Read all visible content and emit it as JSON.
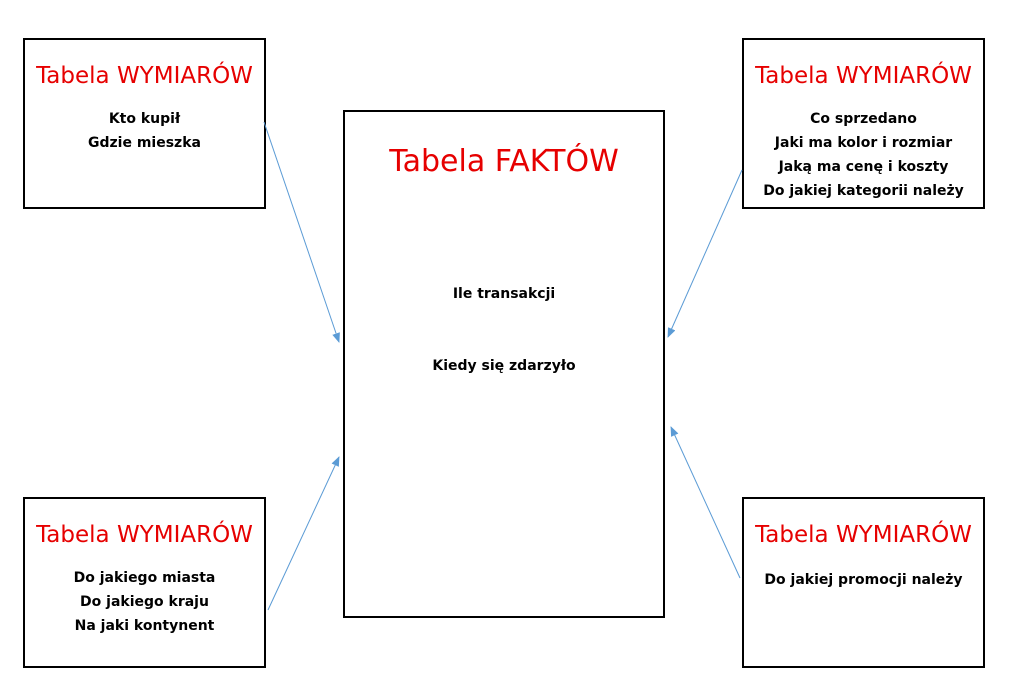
{
  "colors": {
    "title": "#e60000",
    "arrow": "#5b9bd5",
    "border": "#000000"
  },
  "fact_table": {
    "title": "Tabela FAKTÓW",
    "lines": [
      "Ile transakcji",
      "Kiedy się zdarzyło"
    ]
  },
  "dimensions": {
    "top_left": {
      "title": "Tabela WYMIARÓW",
      "lines": [
        "Kto kupił",
        "Gdzie mieszka"
      ]
    },
    "top_right": {
      "title": "Tabela WYMIARÓW",
      "lines": [
        "Co sprzedano",
        "Jaki ma kolor i rozmiar",
        "Jaką ma cenę i koszty",
        "Do jakiej kategorii należy"
      ]
    },
    "bottom_left": {
      "title": "Tabela WYMIARÓW",
      "lines": [
        "Do jakiego miasta",
        "Do jakiego kraju",
        "Na jaki kontynent"
      ]
    },
    "bottom_right": {
      "title": "Tabela WYMIARÓW",
      "lines": [
        "Do jakiej promocji należy"
      ]
    }
  }
}
